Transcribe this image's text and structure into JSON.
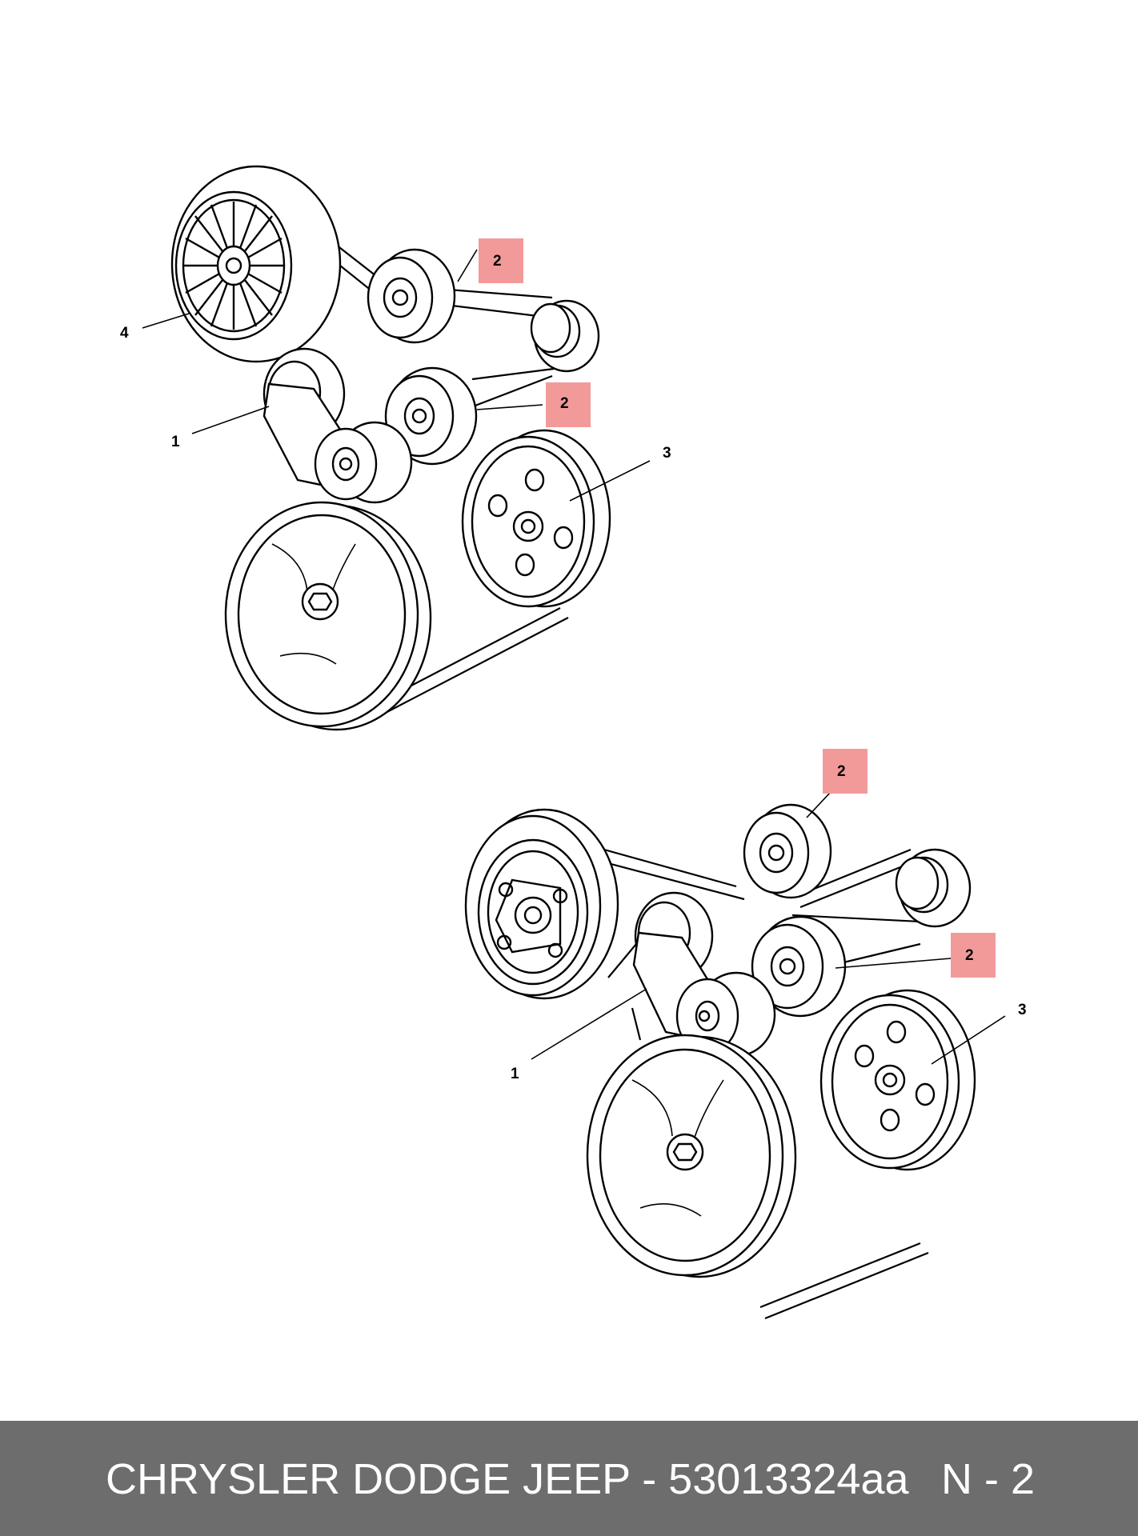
{
  "callouts": {
    "top": {
      "one": "1",
      "two_a": "2",
      "two_b": "2",
      "three": "3",
      "four": "4"
    },
    "bottom": {
      "one": "1",
      "two_a": "2",
      "two_b": "2",
      "three": "3"
    }
  },
  "footer": {
    "title": "CHRYSLER DODGE JEEP - 53013324aa",
    "page": "N - 2"
  },
  "colors": {
    "highlight": "#f29a9a",
    "footer_bg": "#6d6d6d",
    "footer_text": "#ffffff"
  }
}
